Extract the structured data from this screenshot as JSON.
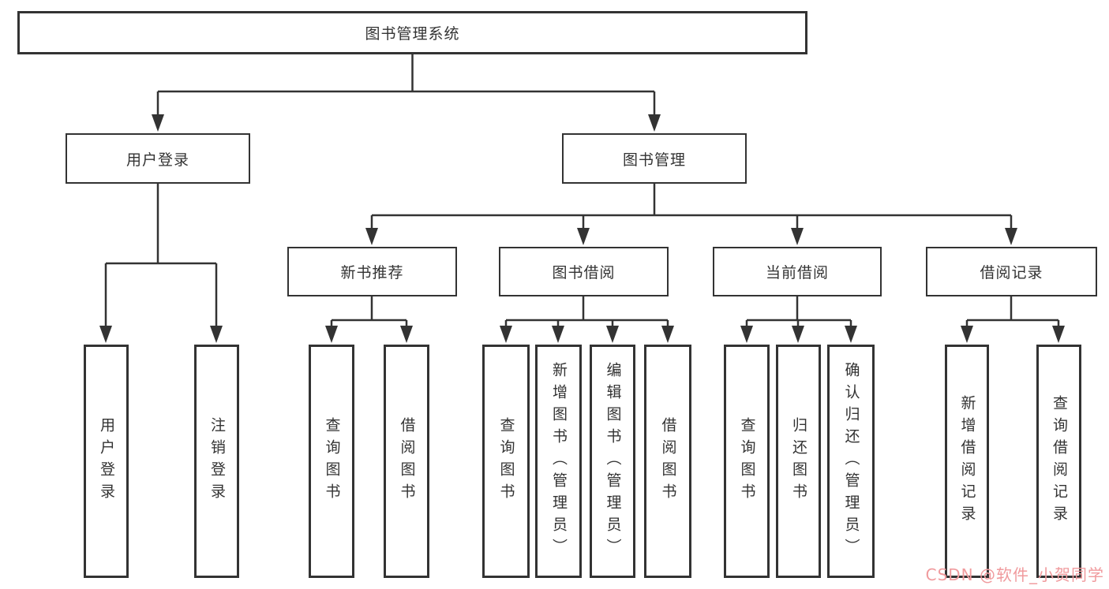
{
  "colors": {
    "line": "#333333",
    "text": "#333333",
    "background": "#ffffff",
    "watermark": "#f09a9d"
  },
  "tree": {
    "root": {
      "label": "图书管理系统",
      "children": [
        {
          "label": "用户登录",
          "children": [
            {
              "label": "用户登录"
            },
            {
              "label": "注销登录"
            }
          ]
        },
        {
          "label": "图书管理",
          "children": [
            {
              "label": "新书推荐",
              "children": [
                {
                  "label": "查询图书"
                },
                {
                  "label": "借阅图书"
                }
              ]
            },
            {
              "label": "图书借阅",
              "children": [
                {
                  "label": "查询图书"
                },
                {
                  "label": "新增图书（管理员）"
                },
                {
                  "label": "编辑图书（管理员）"
                },
                {
                  "label": "借阅图书"
                }
              ]
            },
            {
              "label": "当前借阅",
              "children": [
                {
                  "label": "查询图书"
                },
                {
                  "label": "归还图书"
                },
                {
                  "label": "确认归还（管理员）"
                }
              ]
            },
            {
              "label": "借阅记录",
              "children": [
                {
                  "label": "新增借阅记录"
                },
                {
                  "label": "查询借阅记录"
                }
              ]
            }
          ]
        }
      ]
    }
  },
  "watermark": {
    "text": "CSDN @软件_小贺同学"
  }
}
